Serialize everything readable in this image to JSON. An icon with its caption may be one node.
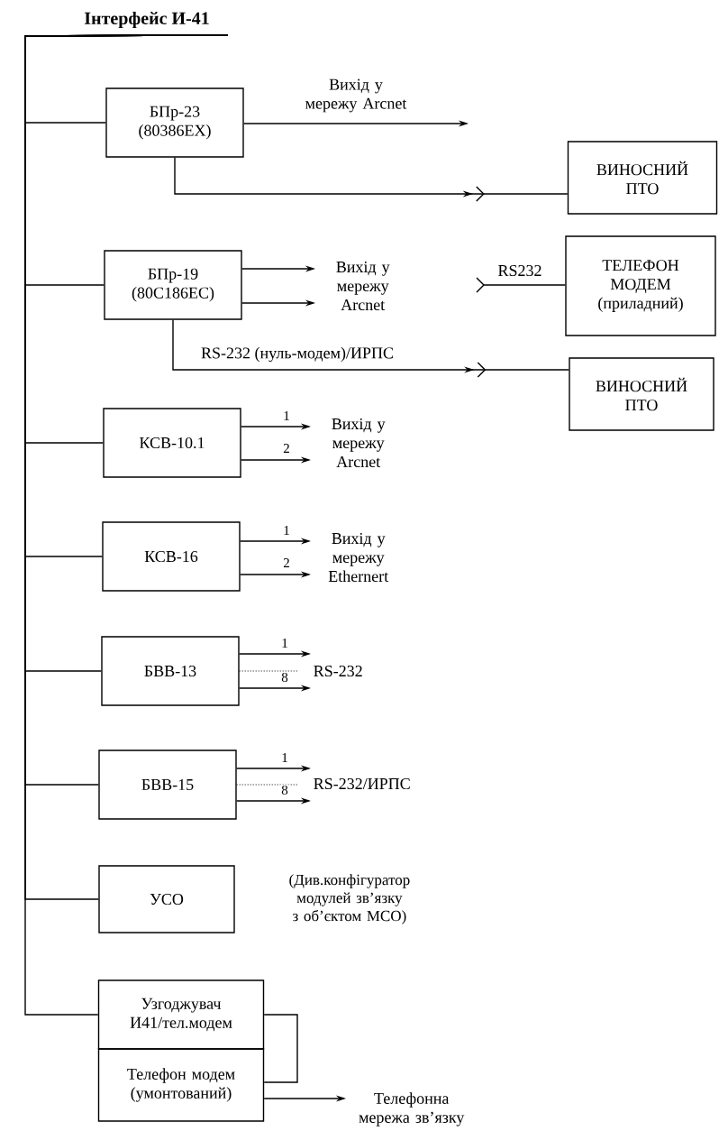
{
  "diagram": {
    "nodes": [
      {
        "text": [
          "Інтерфейс И-41"
        ]
      },
      {
        "text": [
          "БПр-23 (80386EX)"
        ]
      },
      {
        "text": [
          "ВИНОСНИЙ ПТО"
        ]
      },
      {
        "text": [
          "БПр-19 (80C186EC)"
        ]
      },
      {
        "text": [
          "Вихід у мережу Arcnet"
        ]
      },
      {
        "text": [
          "ТЕЛЕФОН МОДЕМ (приладний)"
        ]
      },
      {
        "text": [
          "ВИНОСНИЙ ПТО"
        ]
      },
      {
        "text": [
          "КСВ-10.1"
        ]
      },
      {
        "text": [
          "Вихід у мережу Arcnet"
        ]
      },
      {
        "text": [
          "КСВ-16"
        ]
      },
      {
        "text": [
          "Вихід у мережу Ethernert"
        ]
      },
      {
        "text": [
          "БВВ-13"
        ]
      },
      {
        "text": [
          "RS-232"
        ]
      },
      {
        "text": [
          "БВВ-15"
        ]
      },
      {
        "text": [
          "RS-232/ИРПС"
        ]
      },
      {
        "text": [
          "УСО"
        ],
        "beside": [
          "(Див.конфігуратор модулей зв’язку з об’єктом МСО)"
        ]
      },
      {
        "text": [
          "Узгоджувач И41/тел.модем"
        ]
      },
      {
        "text": [
          "Телефон модем (умонтований)"
        ]
      },
      {
        "text": [
          "Телефонна мережа зв’язку"
        ]
      }
    ],
    "edges": [
      {
        "from": 0,
        "to": 1,
        "arrow": "none"
      },
      {
        "from": 0,
        "to": 3,
        "arrow": "none"
      },
      {
        "from": 0,
        "to": 7,
        "arrow": "none"
      },
      {
        "from": 0,
        "to": 9,
        "arrow": "none"
      },
      {
        "from": 0,
        "to": 11,
        "arrow": "none"
      },
      {
        "from": 0,
        "to": 13,
        "arrow": "none"
      },
      {
        "from": 0,
        "to": 15,
        "arrow": "none"
      },
      {
        "from": 0,
        "to": 16,
        "arrow": "none"
      },
      {
        "from": 1,
        "to": null,
        "arrow": "to",
        "label": "Вихід у мережу Arcnet"
      },
      {
        "from": 1,
        "to": 2,
        "arrow": "to"
      },
      {
        "from": 3,
        "to": 4,
        "arrow": "to"
      },
      {
        "from": 3,
        "to": 4,
        "arrow": "to"
      },
      {
        "from": null,
        "to": 5,
        "arrow": "other",
        "label": "RS232"
      },
      {
        "from": 3,
        "to": 6,
        "arrow": "to",
        "label": "RS-232 (нуль-модем)/ИРПС"
      },
      {
        "from": 7,
        "to": 8,
        "arrow": "to",
        "label": "1"
      },
      {
        "from": 7,
        "to": 8,
        "arrow": "to",
        "label": "2"
      },
      {
        "from": 9,
        "to": 10,
        "arrow": "to",
        "label": "1"
      },
      {
        "from": 9,
        "to": 10,
        "arrow": "to",
        "label": "2"
      },
      {
        "from": 11,
        "to": 12,
        "arrow": "to",
        "label": "1"
      },
      {
        "from": 11,
        "to": 12,
        "arrow": "to",
        "label": "8"
      },
      {
        "from": 13,
        "to": 14,
        "arrow": "to",
        "label": "1"
      },
      {
        "from": 13,
        "to": 14,
        "arrow": "to",
        "label": "8"
      },
      {
        "from": 16,
        "to": 17,
        "arrow": "none"
      },
      {
        "from": 17,
        "to": 18,
        "arrow": "to"
      }
    ]
  }
}
